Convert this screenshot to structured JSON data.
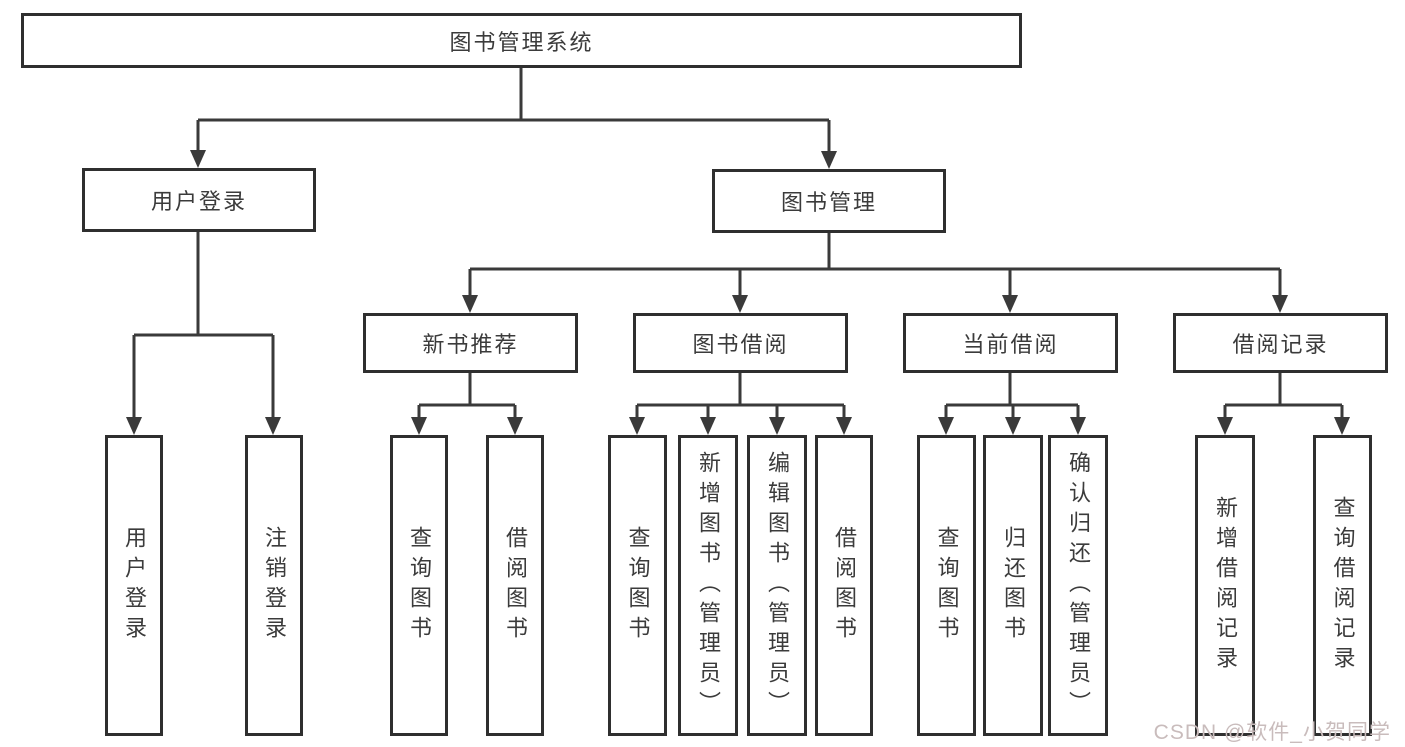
{
  "colors": {
    "line": "#3a3a3a",
    "border": "#2f2f2f",
    "text": "#3b3b3b",
    "watermark": "#c9bcbc",
    "bg": "#ffffff"
  },
  "tree": {
    "root": {
      "label": "图书管理系统"
    },
    "level2": [
      {
        "label": "用户登录",
        "parent": "图书管理系统"
      },
      {
        "label": "图书管理",
        "parent": "图书管理系统"
      }
    ],
    "level3": [
      {
        "label": "新书推荐",
        "parent": "图书管理"
      },
      {
        "label": "图书借阅",
        "parent": "图书管理"
      },
      {
        "label": "当前借阅",
        "parent": "图书管理"
      },
      {
        "label": "借阅记录",
        "parent": "图书管理"
      }
    ],
    "leaves": [
      {
        "label": "用户登录",
        "parent": "用户登录"
      },
      {
        "label": "注销登录",
        "parent": "用户登录"
      },
      {
        "label": "查询图书",
        "parent": "新书推荐"
      },
      {
        "label": "借阅图书",
        "parent": "新书推荐"
      },
      {
        "label": "查询图书",
        "parent": "图书借阅"
      },
      {
        "label": "新增图书（管理员）",
        "parent": "图书借阅"
      },
      {
        "label": "编辑图书（管理员）",
        "parent": "图书借阅"
      },
      {
        "label": "借阅图书",
        "parent": "图书借阅"
      },
      {
        "label": "查询图书",
        "parent": "当前借阅"
      },
      {
        "label": "归还图书",
        "parent": "当前借阅"
      },
      {
        "label": "确认归还（管理员）",
        "parent": "当前借阅"
      },
      {
        "label": "新增借阅记录",
        "parent": "借阅记录"
      },
      {
        "label": "查询借阅记录",
        "parent": "借阅记录"
      }
    ]
  },
  "watermark": {
    "text": "CSDN @软件_小贺同学"
  }
}
